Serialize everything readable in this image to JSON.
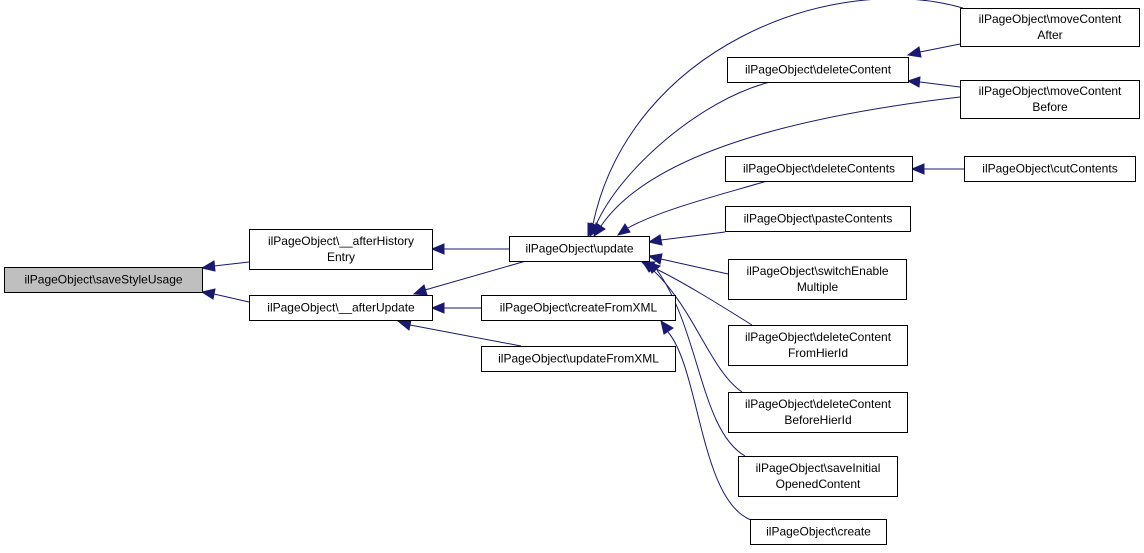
{
  "graph": {
    "type": "caller-graph",
    "colors": {
      "edge": "#191970",
      "root_fill": "#bfbfbf",
      "node_fill": "#ffffff",
      "border": "#000000"
    },
    "nodes": {
      "saveStyleUsage": {
        "lines": [
          "ilPageObject\\saveStyleUsage"
        ],
        "root": true
      },
      "afterHistory": {
        "lines": [
          "ilPageObject\\__afterHistory",
          "Entry"
        ]
      },
      "afterUpdate": {
        "lines": [
          "ilPageObject\\__afterUpdate"
        ]
      },
      "update": {
        "lines": [
          "ilPageObject\\update"
        ]
      },
      "createFromXML": {
        "lines": [
          "ilPageObject\\createFromXML"
        ]
      },
      "updateFromXML": {
        "lines": [
          "ilPageObject\\updateFromXML"
        ]
      },
      "deleteContent": {
        "lines": [
          "ilPageObject\\deleteContent"
        ]
      },
      "deleteContents": {
        "lines": [
          "ilPageObject\\deleteContents"
        ]
      },
      "pasteContents": {
        "lines": [
          "ilPageObject\\pasteContents"
        ]
      },
      "switchEnable": {
        "lines": [
          "ilPageObject\\switchEnable",
          "Multiple"
        ]
      },
      "delFromHier": {
        "lines": [
          "ilPageObject\\deleteContent",
          "FromHierId"
        ]
      },
      "delBeforeHier": {
        "lines": [
          "ilPageObject\\deleteContent",
          "BeforeHierId"
        ]
      },
      "saveInitial": {
        "lines": [
          "ilPageObject\\saveInitial",
          "OpenedContent"
        ]
      },
      "create": {
        "lines": [
          "ilPageObject\\create"
        ]
      },
      "moveAfter": {
        "lines": [
          "ilPageObject\\moveContent",
          "After"
        ]
      },
      "moveBefore": {
        "lines": [
          "ilPageObject\\moveContent",
          "Before"
        ]
      },
      "cutContents": {
        "lines": [
          "ilPageObject\\cutContents"
        ]
      }
    }
  }
}
